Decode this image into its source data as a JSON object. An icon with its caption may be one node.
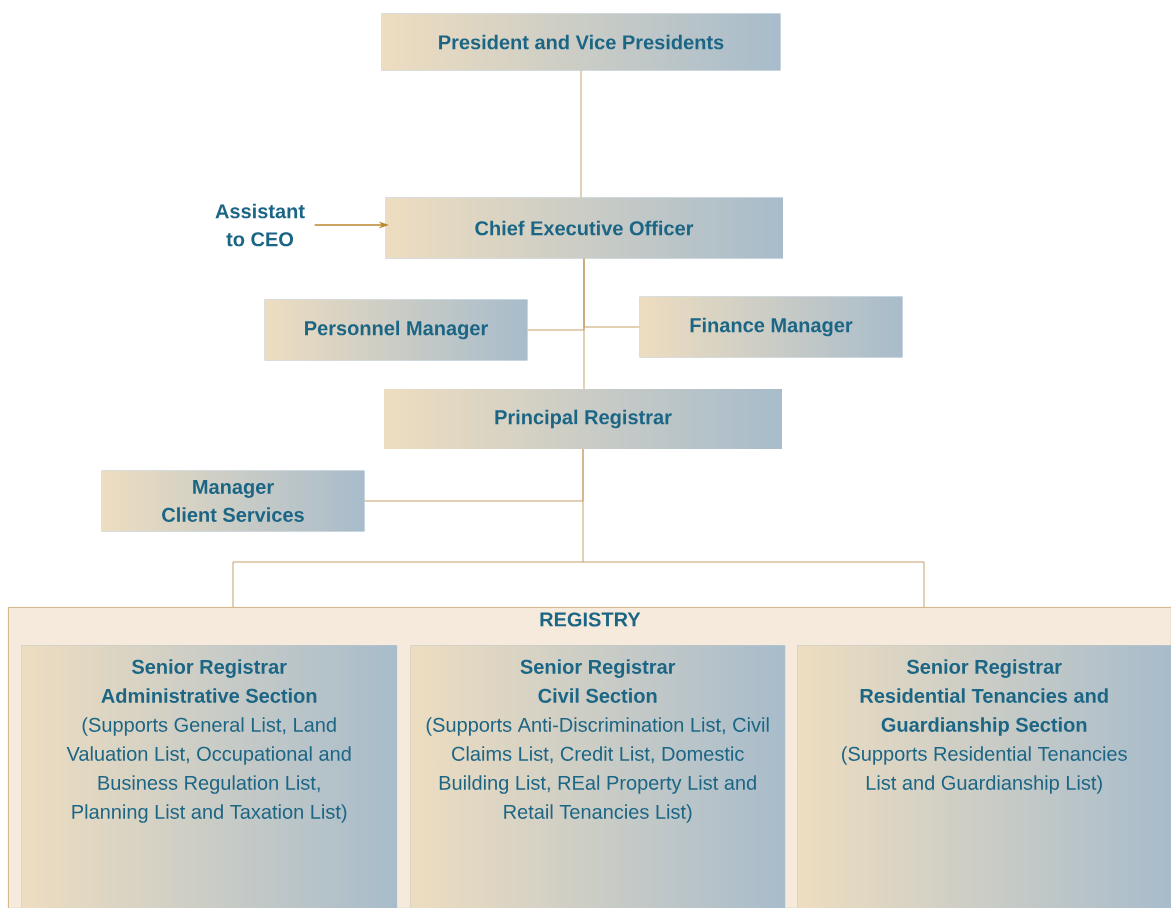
{
  "diagram": {
    "nodes": [
      {
        "text": [
          "President and Vice Presidents"
        ]
      },
      {
        "text": [
          "Assistant to CEO"
        ]
      },
      {
        "text": [
          "Chief Executive Officer"
        ]
      },
      {
        "text": [
          "Personnel Manager"
        ]
      },
      {
        "text": [
          "Finance Manager"
        ]
      },
      {
        "text": [
          "Principal Registrar"
        ]
      },
      {
        "text": [
          "Manager Client Services"
        ]
      },
      {
        "text": [
          "REGISTRY"
        ]
      },
      {
        "text": [
          "Senior Registrar Administrative Section",
          "(Supports General List, Land Valuation List, Occupational and Business Regulation List, Planning List and Taxation List)"
        ],
        "in": 7
      },
      {
        "text": [
          "Senior Registrar Civil Section",
          "(Supports Anti-Discrimination List, Civil Claims List, Credit List, Domestic Building List, REal Property List and Retail Tenancies List)"
        ],
        "in": 7
      },
      {
        "text": [
          "Senior Registrar Residential Tenancies and Guardianship Section",
          "(Supports Residential Tenancies List and Guardianship List)"
        ],
        "in": 7
      }
    ],
    "edges": [
      {
        "from": 0,
        "to": 2,
        "arrow": "none"
      },
      {
        "from": 1,
        "to": 2,
        "arrow": "to",
        "color": "#b8862b"
      },
      {
        "from": 2,
        "to": 3,
        "arrow": "none"
      },
      {
        "from": 2,
        "to": 4,
        "arrow": "none"
      },
      {
        "from": 2,
        "to": 5,
        "arrow": "none"
      },
      {
        "from": 5,
        "to": 6,
        "arrow": "none"
      },
      {
        "from": 5,
        "to": 7,
        "arrow": "none"
      }
    ]
  }
}
